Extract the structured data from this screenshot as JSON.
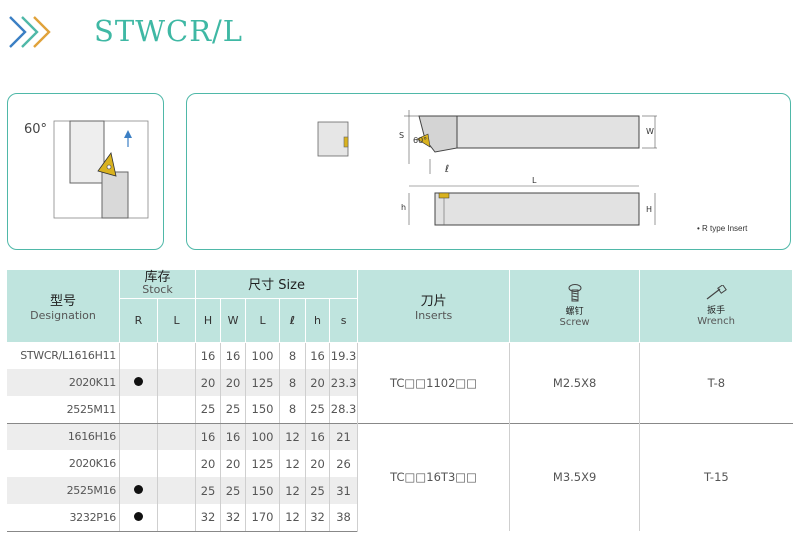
{
  "title": "STWCR/L",
  "colors": {
    "accent": "#3fb8a4",
    "chevron_blue": "#3b7fc4",
    "chevron_green": "#4fb8a8",
    "header_fill": "#bfe4de",
    "insert_gold": "#d9b21f"
  },
  "diagram": {
    "angle_label": "60°",
    "side_angle_label": "60°",
    "dim_S": "S",
    "dim_W": "W",
    "dim_l": "ℓ",
    "dim_L": "L",
    "dim_h": "h",
    "dim_H": "H",
    "note": "• R type Insert"
  },
  "table": {
    "head": {
      "designation_cn": "型号",
      "designation_en": "Designation",
      "stock_cn": "库存",
      "stock_en": "Stock",
      "stock_cols": [
        "R",
        "L"
      ],
      "size_label": "尺寸 Size",
      "size_cols": [
        "H",
        "W",
        "L",
        "ℓ",
        "h",
        "s"
      ],
      "inserts_cn": "刀片",
      "inserts_en": "Inserts",
      "screw_cn": "螺钉",
      "screw_en": "Screw",
      "wrench_cn": "扳手",
      "wrench_en": "Wrench"
    },
    "rows": [
      {
        "designation": "STWCR/L1616H11",
        "R": "",
        "L": "",
        "H": "16",
        "W": "16",
        "Lv": "100",
        "l": "8",
        "h": "16",
        "s": "19.3"
      },
      {
        "designation": "2020K11",
        "R": "●",
        "L": "",
        "H": "20",
        "W": "20",
        "Lv": "125",
        "l": "8",
        "h": "20",
        "s": "23.3"
      },
      {
        "designation": "2525M11",
        "R": "",
        "L": "",
        "H": "25",
        "W": "25",
        "Lv": "150",
        "l": "8",
        "h": "25",
        "s": "28.3"
      },
      {
        "designation": "1616H16",
        "R": "",
        "L": "",
        "H": "16",
        "W": "16",
        "Lv": "100",
        "l": "12",
        "h": "16",
        "s": "21"
      },
      {
        "designation": "2020K16",
        "R": "",
        "L": "",
        "H": "20",
        "W": "20",
        "Lv": "125",
        "l": "12",
        "h": "20",
        "s": "26"
      },
      {
        "designation": "2525M16",
        "R": "●",
        "L": "",
        "H": "25",
        "W": "25",
        "Lv": "150",
        "l": "12",
        "h": "25",
        "s": "31"
      },
      {
        "designation": "3232P16",
        "R": "●",
        "L": "",
        "H": "32",
        "W": "32",
        "Lv": "170",
        "l": "12",
        "h": "32",
        "s": "38"
      }
    ],
    "groups": [
      {
        "insert": "TC□□1102□□",
        "screw": "M2.5X8",
        "wrench": "T-8"
      },
      {
        "insert": "TC□□16T3□□",
        "screw": "M3.5X9",
        "wrench": "T-15"
      }
    ]
  }
}
